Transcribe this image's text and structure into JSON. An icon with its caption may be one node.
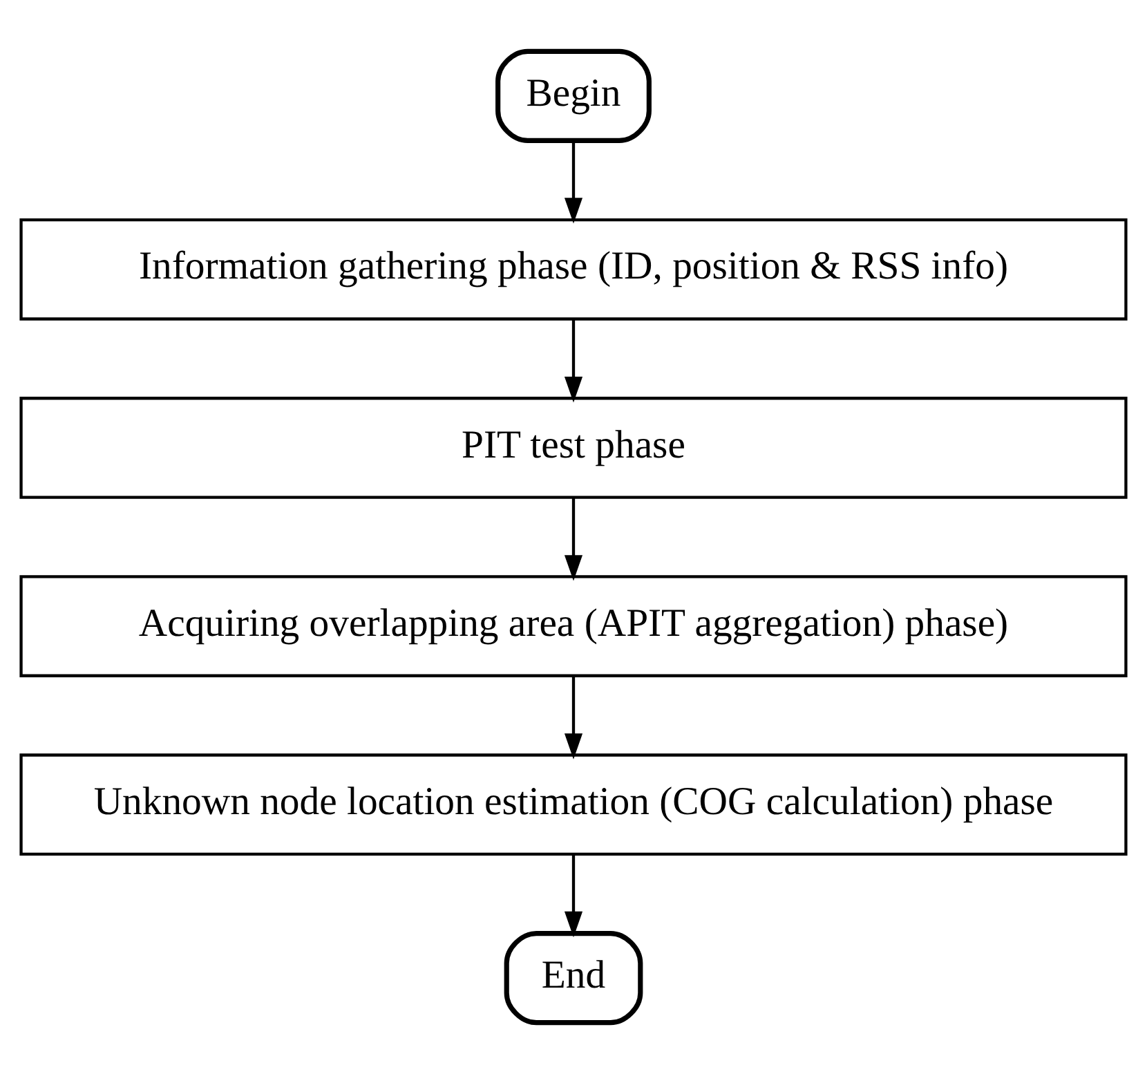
{
  "diagram": {
    "nodes": [
      {
        "text": [
          "Begin"
        ]
      },
      {
        "text": [
          "Information gathering phase (ID, position & RSS info)"
        ]
      },
      {
        "text": [
          "PIT test phase"
        ]
      },
      {
        "text": [
          "Acquiring overlapping area (APIT aggregation) phase)"
        ]
      },
      {
        "text": [
          "Unknown node location estimation (COG calculation) phase"
        ]
      },
      {
        "text": [
          "End"
        ]
      }
    ],
    "edges": [
      {
        "from": 0,
        "to": 1,
        "arrow": "to"
      },
      {
        "from": 1,
        "to": 2,
        "arrow": "to"
      },
      {
        "from": 2,
        "to": 3,
        "arrow": "to"
      },
      {
        "from": 3,
        "to": 4,
        "arrow": "to"
      },
      {
        "from": 4,
        "to": 5,
        "arrow": "to"
      }
    ]
  }
}
